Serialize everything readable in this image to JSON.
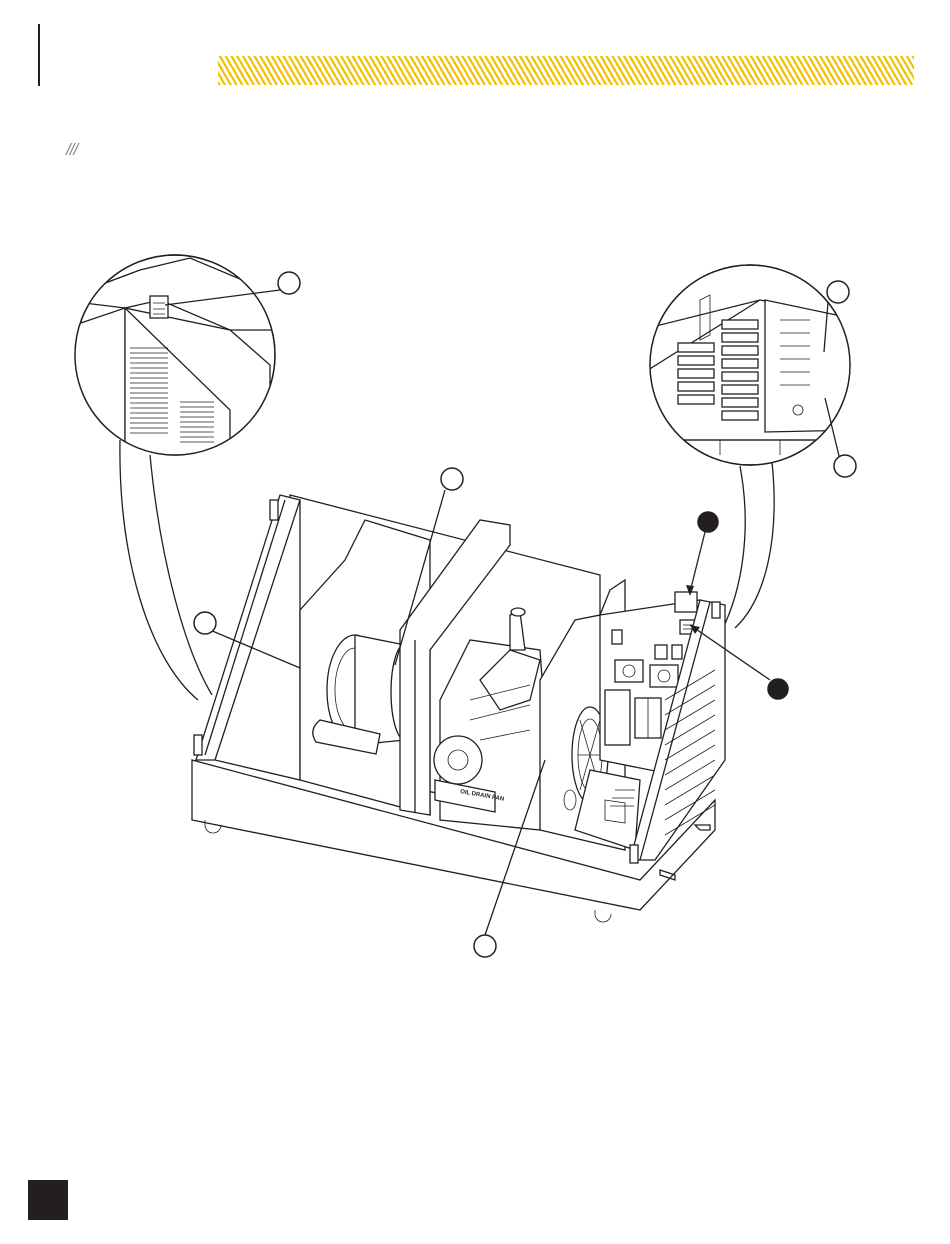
{
  "header": {
    "section_mark": "///"
  },
  "drawing": {
    "engine_label": "OIL DRAIN PAN",
    "icons": {
      "hatch_bar": "yellow-diagonal-hatch",
      "page_box": "black-square",
      "callout_open": "empty-circle",
      "callout_filled": "solid-circle"
    },
    "colors": {
      "accent": "#f2c200",
      "ink": "#231f20",
      "muted": "#8a8a8a"
    }
  }
}
